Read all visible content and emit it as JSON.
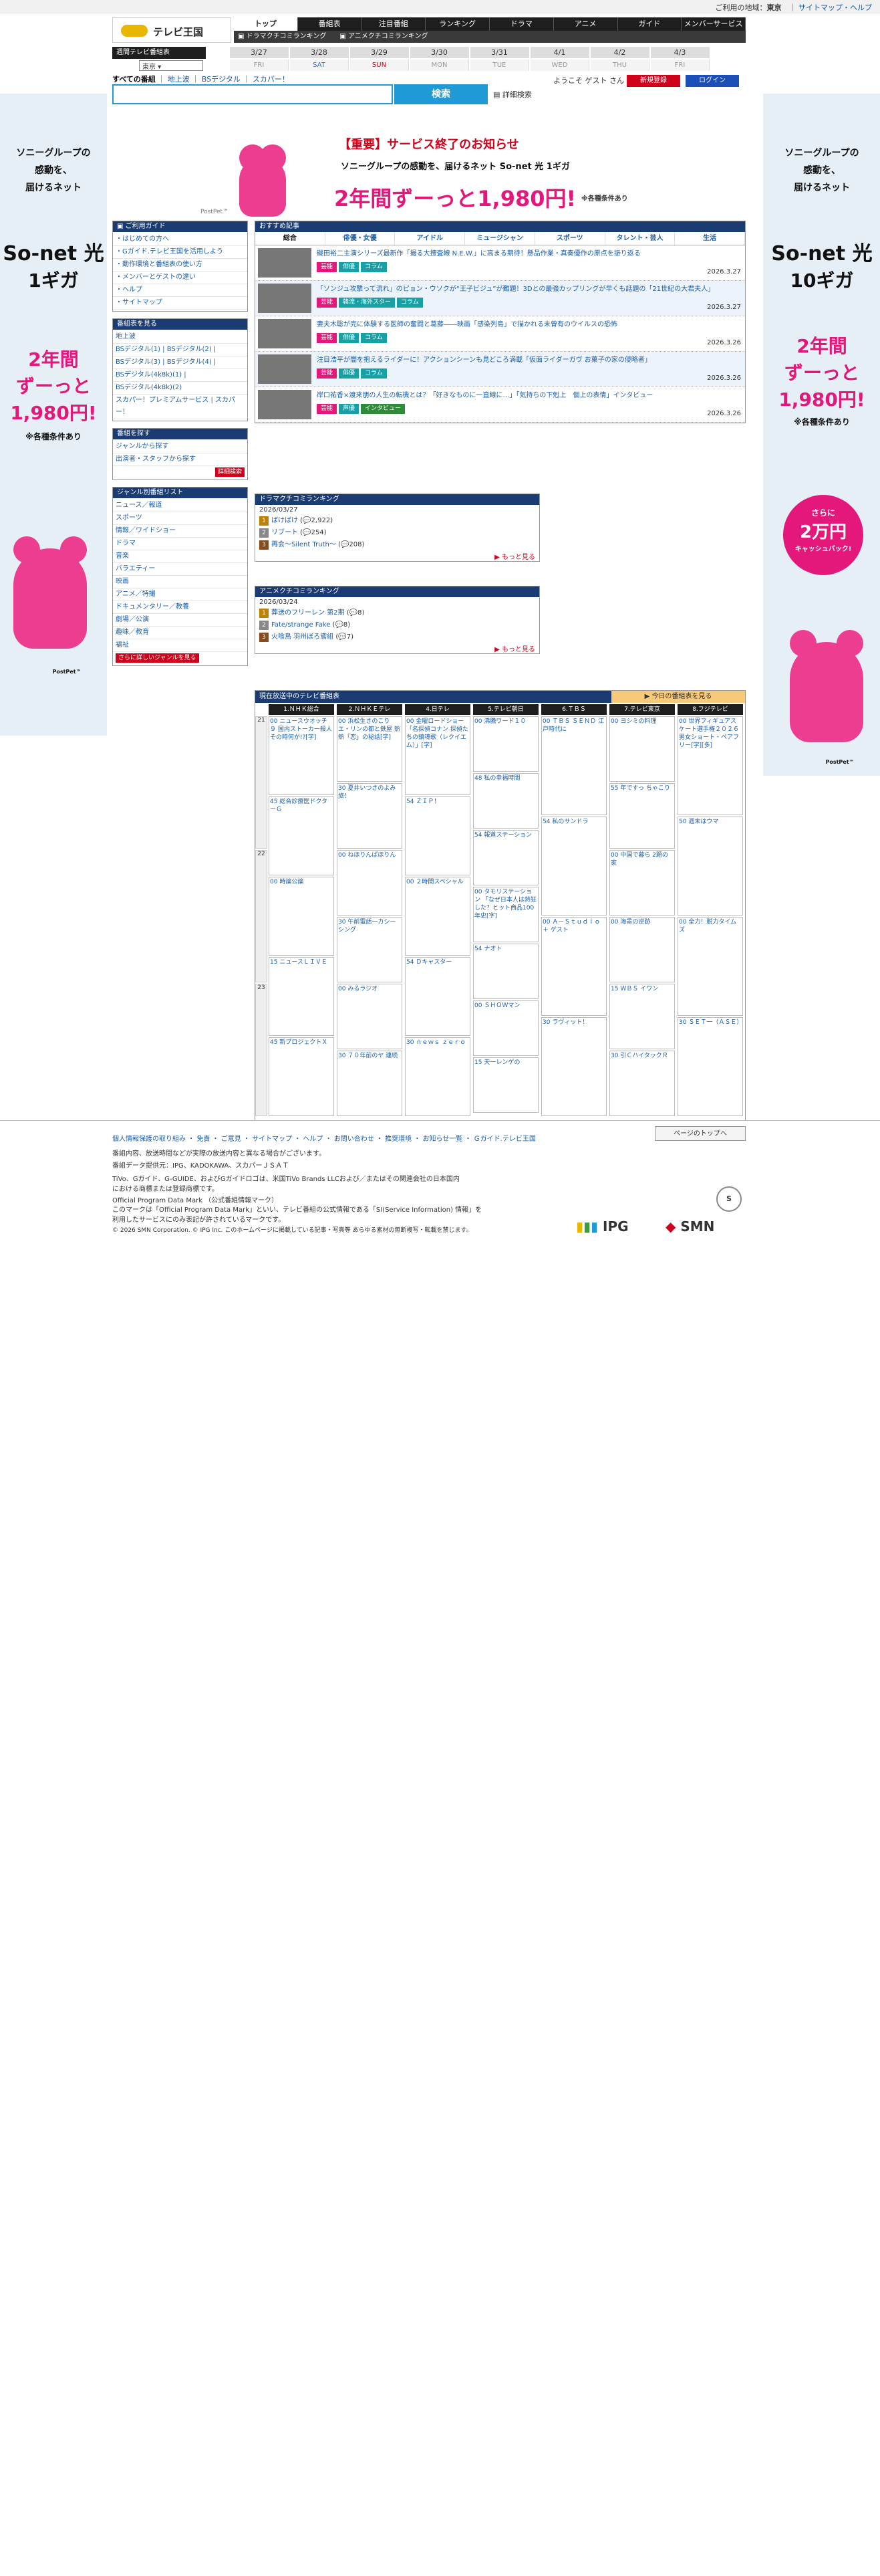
{
  "topbar": {
    "area_label": "ご利用の地域：",
    "area": "東京",
    "links": "サイトマップ・ヘルプ"
  },
  "ads": {
    "left": {
      "line1": "ソニーグループの",
      "line2": "感動を、",
      "line3": "届けるネット",
      "brand": "So-net 光",
      "plan": "1ギガ",
      "yrs": "2年間",
      "zutto": "ずーっと",
      "price": "1,980円!",
      "cond": "※各種条件あり",
      "pp": "PostPet™"
    },
    "right": {
      "line1": "ソニーグループの",
      "line2": "感動を、",
      "line3": "届けるネット",
      "brand": "So-net 光",
      "plan": "10ギガ",
      "yrs": "2年間",
      "zutto": "ずーっと",
      "price": "1,980円!",
      "cond": "※各種条件あり",
      "cash1": "さらに",
      "cash2": "2万円",
      "cash3": "キャッシュバック!",
      "pp": "PostPet™"
    }
  },
  "header": {
    "logo": "テレビ王国"
  },
  "nav": [
    "トップ",
    "番組表",
    "注目番組",
    "ランキング",
    "ドラマ",
    "アニメ",
    "ガイド",
    "メンバーサービス"
  ],
  "subnav": [
    "ドラマクチコミランキング",
    "アニメクチコミランキング"
  ],
  "datebar": {
    "label": "週間テレビ番組表",
    "region": "東京",
    "dates": [
      "3/27",
      "3/28",
      "3/29",
      "3/30",
      "3/31",
      "4/1",
      "4/2",
      "4/3"
    ],
    "days": [
      "FRI",
      "SAT",
      "SUN",
      "MON",
      "TUE",
      "WED",
      "THU",
      "FRI"
    ]
  },
  "search": {
    "cats": [
      "すべての番組",
      "地上波",
      "BSデジタル",
      "スカパー！"
    ],
    "button": "検索",
    "advanced": "詳細検索",
    "welcome": "ようこそ ゲスト さん",
    "register": "新規登録",
    "login": "ログイン"
  },
  "notice": "【重要】サービス終了のお知らせ",
  "banner": {
    "l1": "ソニーグループの感動を、届けるネット So-net 光 1ギガ",
    "l2": "2年間ずーっと1,980円!",
    "note": "※各種条件あり",
    "pp": "PostPet™"
  },
  "guide": {
    "title": "ご利用ガイド",
    "items": [
      "・はじめての方へ",
      "・Gガイド.テレビ王国を活用しよう",
      "・動作環境と番組表の使い方",
      "・メンバーとゲストの違い",
      "・ヘルプ",
      "・サイトマップ"
    ]
  },
  "viewprog": {
    "title": "番組表を見る",
    "items": [
      "地上波",
      "BSデジタル(1) | BSデジタル(2) |",
      "BSデジタル(3) | BSデジタル(4) |",
      "BSデジタル(4k8k)(1) |",
      "BSデジタル(4k8k)(2)",
      "スカパー！プレミアムサービス | スカパー！"
    ]
  },
  "searchbox": {
    "title": "番組を探す",
    "items": [
      "ジャンルから探す",
      "出演者・スタッフから探す"
    ],
    "detail": "詳細検索"
  },
  "genres": {
    "title": "ジャンル別番組リスト",
    "items": [
      "ニュース／報道",
      "スポーツ",
      "情報／ワイドショー",
      "ドラマ",
      "音楽",
      "バラエティー",
      "映画",
      "アニメ／特撮",
      "ドキュメンタリー／教養",
      "劇場／公演",
      "趣味／教育",
      "福祉"
    ],
    "more": "さらに詳しいジャンルを見る"
  },
  "articles": {
    "title": "おすすめ記事",
    "tabs": [
      "総合",
      "俳優・女優",
      "アイドル",
      "ミュージシャン",
      "スポーツ",
      "タレント・芸人",
      "生活"
    ],
    "items": [
      {
        "title": "磯田裕二主演シリーズ最新作「撮る大捜査線 N.E.W.」に高まる期待！懸品作業・真奏優作の原点を振り返る",
        "tags": [
          "芸能",
          "俳優",
          "コラム"
        ],
        "date": "2026.3.27"
      },
      {
        "title": "「ソンジュ攻撃って流れ」のピョン・ウソクが“王子ビジュ”が難題！3Dとの最強カップリングが早くも話題の「21世紀の大君夫人」",
        "tags": [
          "芸能",
          "韓流・海外スター",
          "コラム"
        ],
        "date": "2026.3.27"
      },
      {
        "title": "妻夫木聡が完に体験する医師の奮闘と葛藤――映画「感染列島」で描かれる未曾有のウイルスの恐怖",
        "tags": [
          "芸能",
          "俳優",
          "コラム"
        ],
        "date": "2026.3.26"
      },
      {
        "title": "注目浩平が闇を抱えるライダーに！アクションシーンも見どころ満載「仮面ライダーガヴ お菓子の家の侵略者」",
        "tags": [
          "芸能",
          "俳優",
          "コラム"
        ],
        "date": "2026.3.26"
      },
      {
        "title": "岸口祐香×渡来朋の人生の転機とは？「好きなものに一直線に…」「気持ちの下剋上　個上の表情」インタビュー",
        "tags": [
          "芸能",
          "声優",
          "インタビュー"
        ],
        "date": "2026.3.26"
      }
    ]
  },
  "drama_rank": {
    "title": "ドラマクチコミランキング",
    "date": "2026/03/27",
    "items": [
      {
        "n": "1",
        "t": "ばけばけ",
        "c": "2,922"
      },
      {
        "n": "2",
        "t": "リブート",
        "c": "254"
      },
      {
        "n": "3",
        "t": "再会〜Silent Truth〜",
        "c": "208"
      }
    ],
    "more": "もっと見る"
  },
  "anime_rank": {
    "title": "アニメクチコミランキング",
    "date": "2026/03/24",
    "items": [
      {
        "n": "1",
        "t": "葬送のフリーレン 第2期",
        "c": "8"
      },
      {
        "n": "2",
        "t": "Fate/strange Fake",
        "c": "8"
      },
      {
        "n": "3",
        "t": "火喰鳥 羽州ぼろ鳶組",
        "c": "7"
      }
    ],
    "more": "もっと見る"
  },
  "grid": {
    "title": "現在放送中のテレビ番組表",
    "today": "今日の番組表を見る",
    "channels": [
      "1.ＮＨＫ総合",
      "2.ＮＨＫＥテレ",
      "4.日テレ",
      "5.テレビ朝日",
      "6.ＴＢＳ",
      "7.テレビ東京",
      "8.フジテレビ"
    ],
    "hours": [
      "21",
      "22",
      "23"
    ],
    "programs": [
      [
        "00 ニュースウオッチ９ 国内ストーカー殺人 その時何が!?[字]",
        "45 総合診療医ドクターＧ",
        "00 時論公論",
        "15 ニュースＬＩＶＥ",
        "45 新プロジェクトＸ"
      ],
      [
        "00 浜松生きのこりエ・リンの都と鉄屋 熱熱「恋」の秘話[字]",
        "30 夏井いつきのよみ旅！",
        "00 ねほりんぱほりん",
        "30 午前電話一カシーシング",
        "00 みるラジオ",
        "30 ７０年前のヤ 連続"
      ],
      [
        "00 金曜ロードショー「名探偵コナン 探偵たちの鎮魂歌（レクイエム）」[字]",
        "54 ＺＩＰ！",
        "00 ２時間スペシャル",
        "54 Ｄキャスター",
        "30 ｎｅｗｓ ｚｅｒｏ"
      ],
      [
        "00 沸騰ワード１０",
        "48 私の幸福時間",
        "54 報道ステーション",
        "00 タモリステーション 「なぜ日本人は熱狂した？ヒット商品100年史[字]",
        "54 ナオト",
        "00 ＳＨＯＷマン",
        "15 天一レンゲの"
      ],
      [
        "00 ＴＢＳ ＳＥＮＤ 江戸時代に",
        "54 私のサンドラ",
        "00 Ａ－Ｓｔｕｄｉｏ＋ ゲスト",
        "30 ラヴィット！"
      ],
      [
        "00 ヨシミの料理",
        "55 年ですっ ちゃこり",
        "00 中国で暮ら 2題の家",
        "00 海景の逆跡",
        "15 ＷＢＳ イワン",
        "30 引ＣハイタックＲ"
      ],
      [
        "00 世界フィギュアスケート選手権２０２６ 男女ショート・ペアフリー[字][多]",
        "50 週末はウマ",
        "00 全力！脱力タイムズ",
        "30 ＳＥＴ一（ＡＳＥ）"
      ]
    ]
  },
  "footer": {
    "links": "個人情報保護の取り組み ・ 免責 ・ ご意見 ・ サイトマップ ・ ヘルプ ・ お問い合わせ ・ 推奨環境 ・ お知らせ一覧 ・ Ｇガイド.テレビ王国",
    "totop": "ページのトップへ",
    "t1": "番組内容、放送時間などが実際の放送内容と異なる場合がございます。",
    "t2": "番組データ提供元：IPG、KADOKAWA、スカパーＪＳＡＴ",
    "t3": "TiVo、Gガイド、G-GUIDE、およびGガイドロゴは、米国TiVo Brands LLCおよび／またはその関連会社の日本国内における商標または登録商標です。",
    "t4": "Official Program Data Mark （公式番組情報マーク）",
    "t5": "このマークは「Official Program Data Mark」といい、テレビ番組の公式情報である「SI(Service Information) 情報」を利用したサービスにのみ表記が許されているマークです。",
    "t6": "© 2026 SMN Corporation. © IPG Inc. このホームページに掲載している記事・写真等 あらゆる素材の無断複写・転載を禁じます。",
    "ipg": "IPG",
    "smn": "SMN"
  },
  "colors": {
    "accent": "#1f9ad6",
    "brand_pink": "#e4187a",
    "nav_dark": "#1e1e1e",
    "header_blue": "#1a3c73"
  }
}
